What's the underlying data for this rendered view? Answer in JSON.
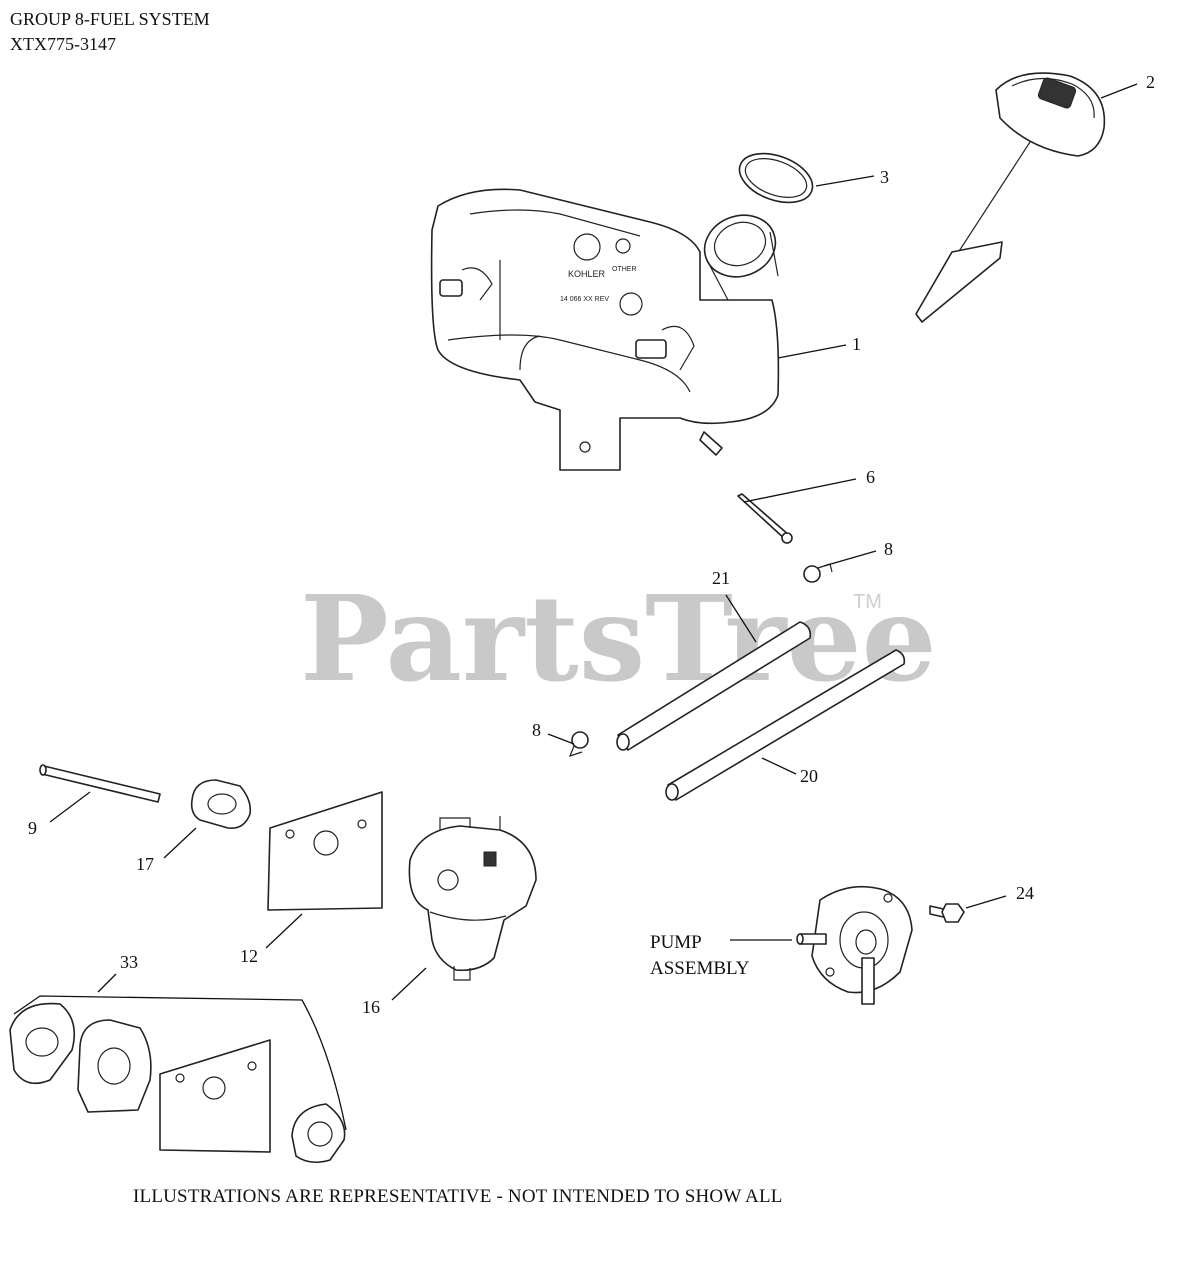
{
  "header": {
    "group": "GROUP 8-FUEL SYSTEM",
    "model": "XTX775-3147"
  },
  "watermark": {
    "text": "PartsTree",
    "tm": "TM"
  },
  "tank_markings": {
    "brand": "KOHLER",
    "code": "14 066 XX REV",
    "other": "OTHER"
  },
  "callouts": {
    "p1": "1",
    "p2": "2",
    "p3": "3",
    "p6": "6",
    "p8a": "8",
    "p8b": "8",
    "p9": "9",
    "p12": "12",
    "p16": "16",
    "p17": "17",
    "p20": "20",
    "p21": "21",
    "p24": "24",
    "p33": "33"
  },
  "pump_label": {
    "line1": "PUMP",
    "line2": "ASSEMBLY"
  },
  "footer": "ILLUSTRATIONS ARE REPRESENTATIVE - NOT INTENDED TO SHOW ALL"
}
